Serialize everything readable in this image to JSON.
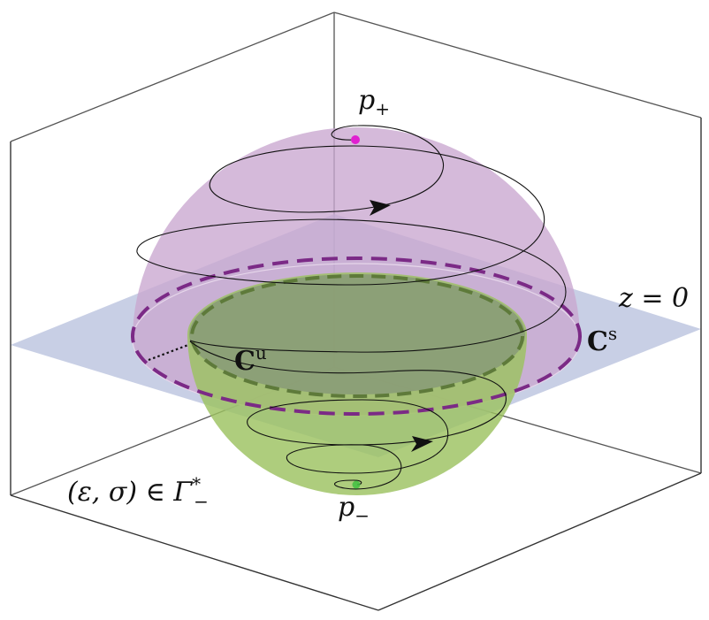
{
  "labels": {
    "p_plus_main": "p",
    "p_plus_sub": "+",
    "p_minus_main": "p",
    "p_minus_sub": "−",
    "plane": "z = 0",
    "cs_main": "C",
    "cs_sup": "s",
    "cu_main": "C",
    "cu_sup": "u",
    "parameter": "(ε, σ) ∈ Γ",
    "parameter_sup": "*",
    "parameter_sub": "−"
  },
  "colors": {
    "upper_dome": "#c9a6d0",
    "lower_dome": "#9cc260",
    "plane": "#b6bfdc",
    "stable_curve": "#7b2a86",
    "unstable_curve": "#5e7a3a",
    "p_plus_point": "#e020d0",
    "p_minus_point": "#3fbf3f",
    "frame": "#333333"
  }
}
